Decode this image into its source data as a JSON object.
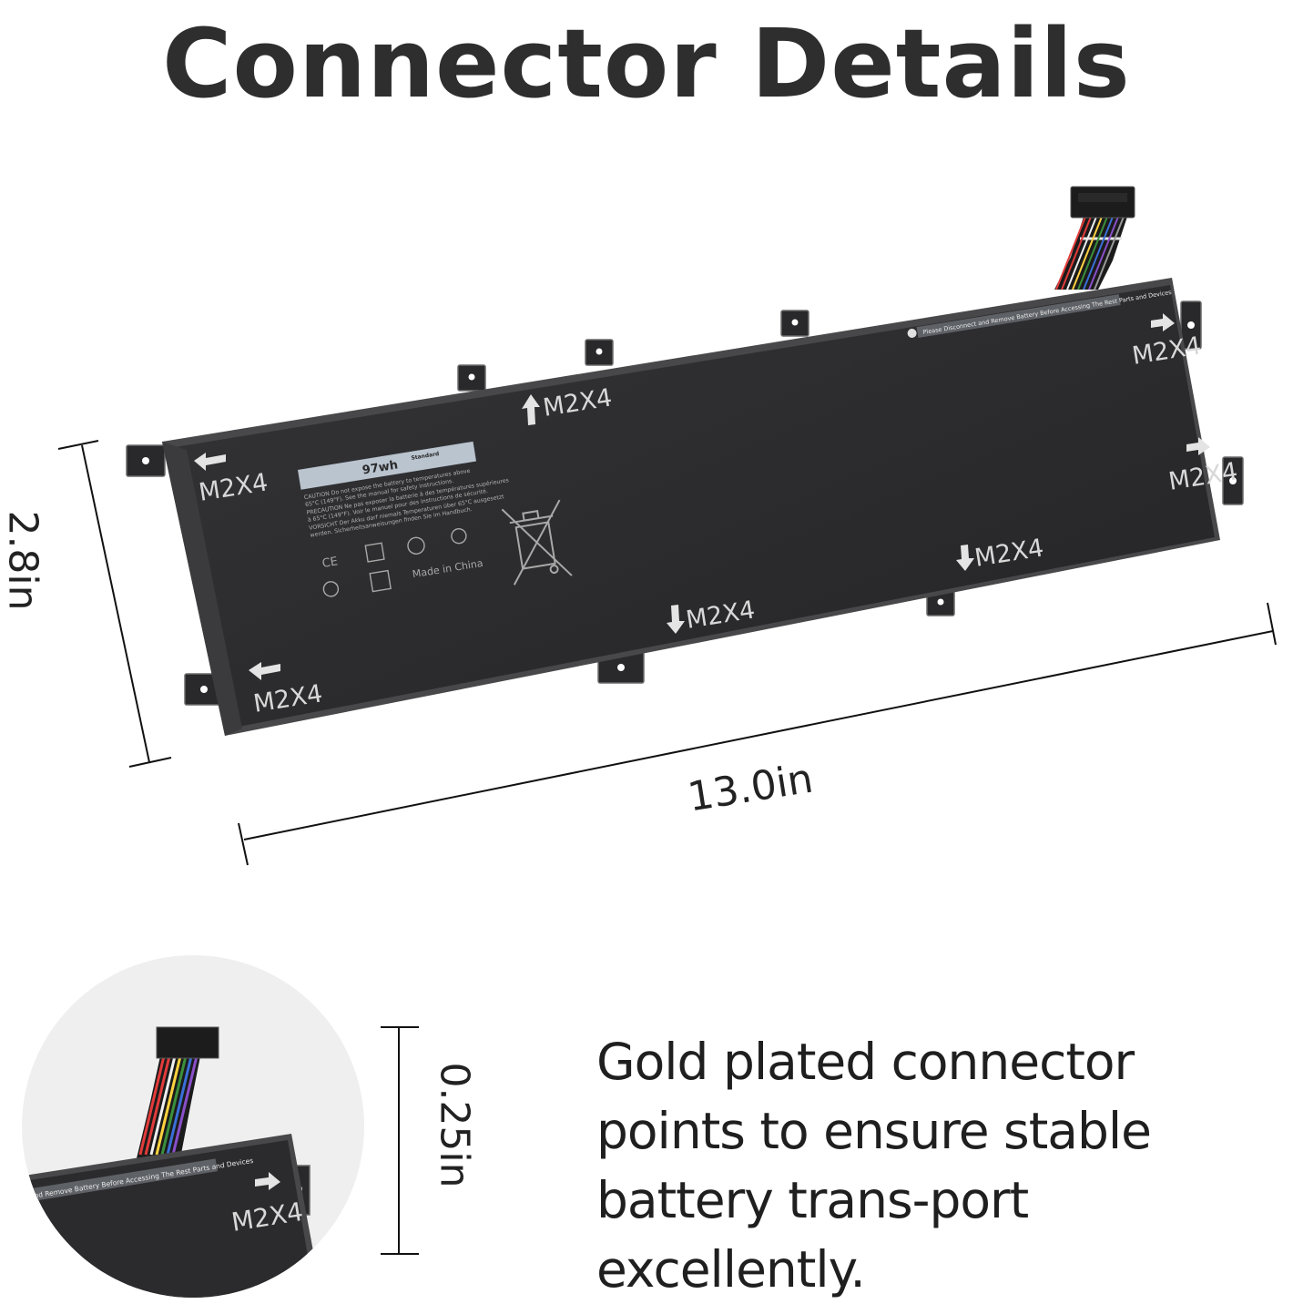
{
  "page": {
    "title": "Connector Details",
    "description": "Gold plated connector points to ensure stable battery trans-port excellently."
  },
  "dimensions": {
    "length": "13.0in",
    "height": "2.8in",
    "connector_thickness": "0.25in"
  },
  "battery": {
    "capacity": "97wh",
    "standard_label": "Standard",
    "screw_label": "M2X4",
    "made_in": "Made in China",
    "notice": "Please Disconnect and Remove Battery Before Accessing The Rest Parts and Devices",
    "zoom_notice": "nd Remove Battery Before Accessing The Rest Parts and Devices",
    "caution_lines": [
      "CAUTION Do not expose the battery to temperatures above",
      "65°C (149°F). See the manual for safety instructions.",
      "PRECAUTION Ne pas exposer la batterie à des températures supérieures",
      "à 65°C (149°F). Voir le manuel pour des instructions de sécurité.",
      "VORSICHT Der Akku darf niemals Temperaturen über 65°C ausgesetzt",
      "werden. Sicherheitsanweisungen finden Sie im Handbuch."
    ]
  },
  "colors": {
    "battery_body": "#2b2b2d",
    "battery_edge": "#4a4a4c",
    "label_bar": "#b9c4cf",
    "zoom_circle": "#efefef",
    "text": "#2e2e2e"
  }
}
